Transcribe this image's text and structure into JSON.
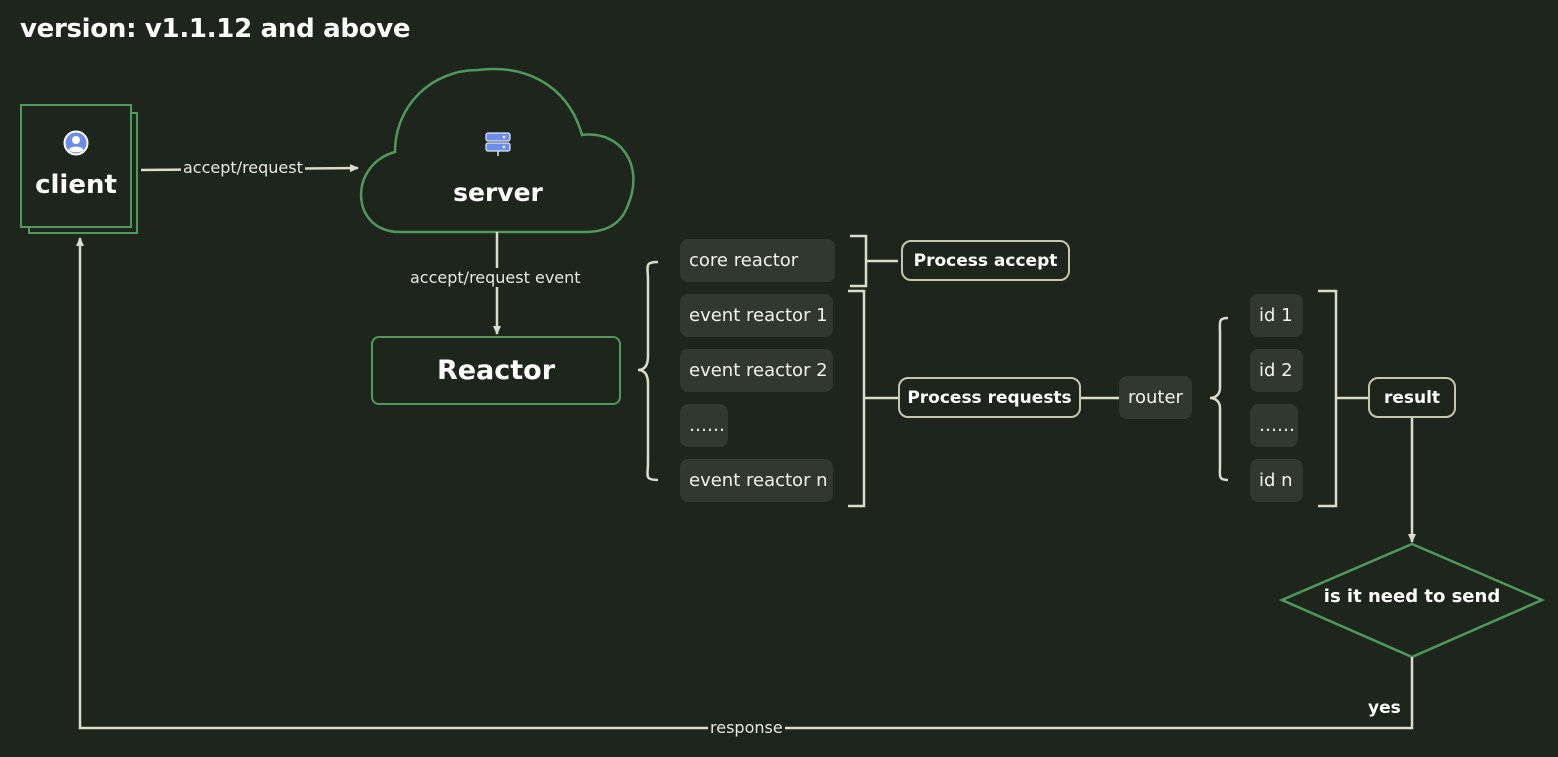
{
  "title": "version: v1.1.12 and above",
  "colors": {
    "background": "#1e251d",
    "green_border": "#4f9a5b",
    "line": "#dcdccb",
    "pill_fill": "#31382f",
    "outline_beige": "#c9c6ae",
    "icon_blue": "#6d8ee8"
  },
  "nodes": {
    "client": {
      "label": "client",
      "icon": "user-circle-icon"
    },
    "server": {
      "label": "server",
      "icon": "server-icon"
    },
    "reactor": {
      "label": "Reactor"
    },
    "core_reactor": {
      "label": "core reactor"
    },
    "event_reactors": [
      "event reactor 1",
      "event reactor 2",
      "……",
      "event reactor n"
    ],
    "process_accept": {
      "label": "Process accept"
    },
    "process_requests": {
      "label": "Process requests"
    },
    "router": {
      "label": "router"
    },
    "ids": [
      "id 1",
      "id 2",
      "……",
      "id n"
    ],
    "result": {
      "label": "result"
    },
    "decision": {
      "label": "is it need to send"
    }
  },
  "edges": {
    "client_to_server": "accept/request",
    "server_to_reactor": "accept/request event",
    "decision_yes": "yes",
    "response": "response"
  }
}
